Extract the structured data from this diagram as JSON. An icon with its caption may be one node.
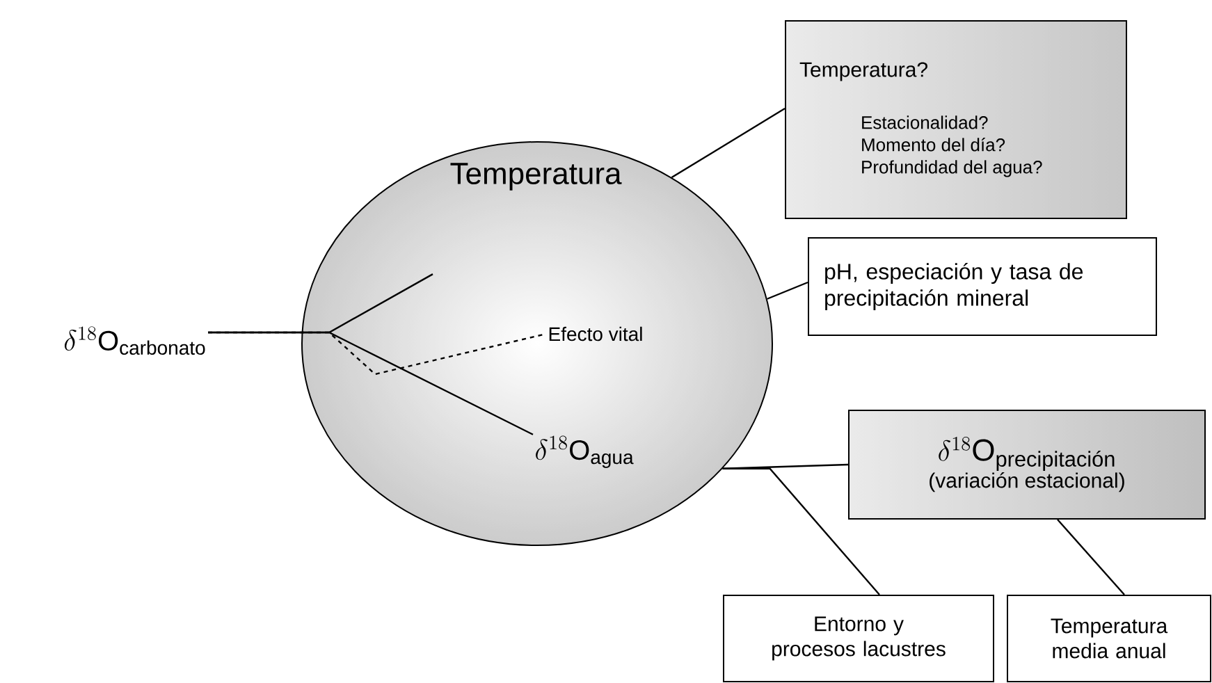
{
  "diagram": {
    "nodes": [
      {
        "text": [],
        "shape": "circle"
      },
      {
        "text": [
          "Temperatura"
        ],
        "in": 0
      },
      {
        "text": [
          "Efecto vital"
        ],
        "in": 0
      },
      {
        "text": [
          "\\delta^{18}\\text{O}_{\\text{agua}}"
        ],
        "in": 0
      },
      {
        "text": [
          "\\delta^{18}\\text{O}_{\\text{carbonato}}"
        ]
      },
      {
        "text": [
          "Temperatura?",
          "Estacionalidad? Momento del día? Profundidad del agua?"
        ]
      },
      {
        "text": [
          "pH, especiación y tasa de precipitación mineral"
        ]
      },
      {
        "text": [
          "\\delta^{18}\\text{O}_{\\text{precipitación}}",
          "(variación estacional)"
        ]
      },
      {
        "text": [
          "Entorno y procesos lacustres"
        ]
      },
      {
        "text": [
          "Temperatura media anual"
        ]
      }
    ],
    "edges": [
      {
        "from": 4,
        "to": 1,
        "arrow": "none"
      },
      {
        "from": 4,
        "to": 3,
        "arrow": "none"
      },
      {
        "from": 4,
        "to": 2,
        "arrow": "none",
        "style": "dashed"
      },
      {
        "from": 0,
        "to": 5,
        "arrow": "none"
      },
      {
        "from": 0,
        "to": 6,
        "arrow": "none"
      },
      {
        "from": 0,
        "to": 7,
        "arrow": "none"
      },
      {
        "from": 0,
        "to": 8,
        "arrow": "none"
      },
      {
        "from": 7,
        "to": 9,
        "arrow": "none"
      }
    ]
  }
}
